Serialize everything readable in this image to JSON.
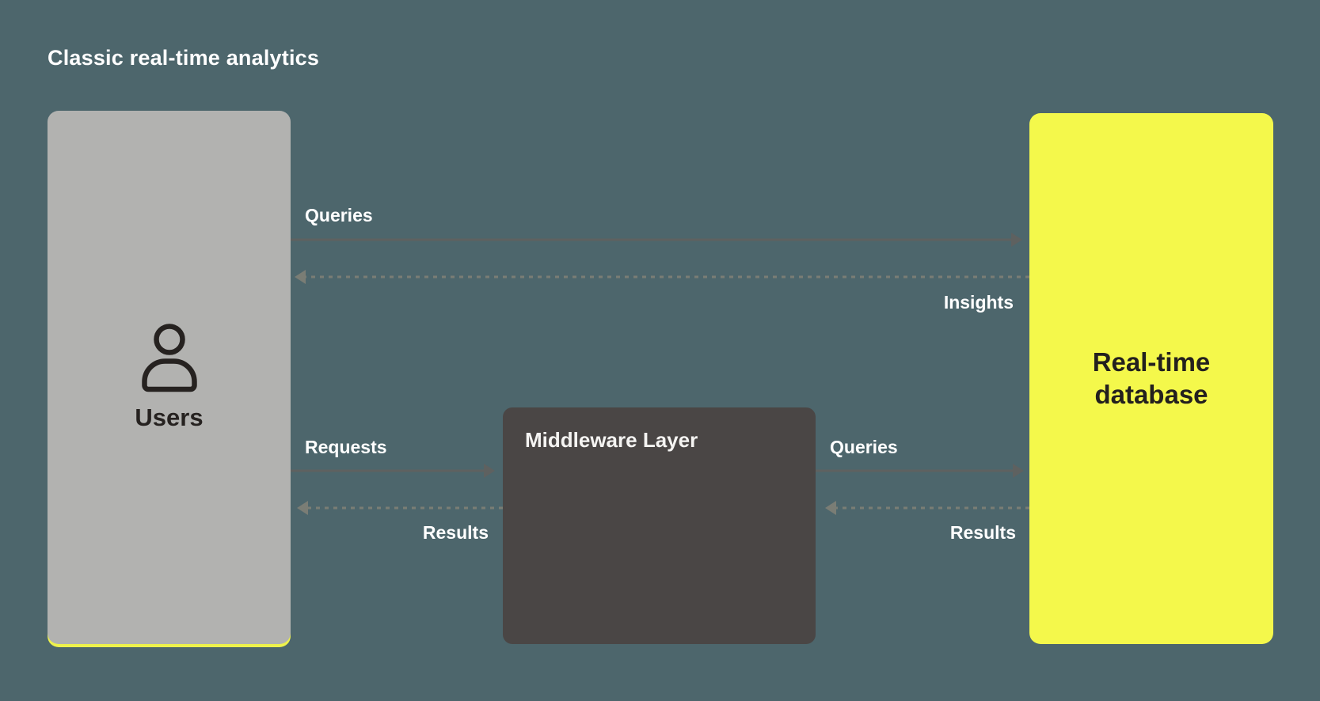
{
  "title": "Classic real-time analytics",
  "colors": {
    "background": "#4d666c",
    "users_box": "#b2b2b0",
    "middleware_box": "#4a4645",
    "database_box": "#f4f84b",
    "solid_arrow": "#5e6160",
    "dashed_arrow": "#7a7d75",
    "accent_yellow_shadow": "#eef24c"
  },
  "nodes": {
    "users": {
      "label": "Users",
      "icon": "person-icon"
    },
    "middleware": {
      "label": "Middleware Layer"
    },
    "database": {
      "label": "Real-time database"
    }
  },
  "arrows": [
    {
      "from": "users",
      "to": "database",
      "label": "Queries",
      "style": "solid",
      "direction": "right"
    },
    {
      "from": "database",
      "to": "users",
      "label": "Insights",
      "style": "dashed",
      "direction": "left"
    },
    {
      "from": "users",
      "to": "middleware",
      "label": "Requests",
      "style": "solid",
      "direction": "right"
    },
    {
      "from": "middleware",
      "to": "users",
      "label": "Results",
      "style": "dashed",
      "direction": "left"
    },
    {
      "from": "middleware",
      "to": "database",
      "label": "Queries",
      "style": "solid",
      "direction": "right"
    },
    {
      "from": "database",
      "to": "middleware",
      "label": "Results",
      "style": "dashed",
      "direction": "left"
    }
  ]
}
